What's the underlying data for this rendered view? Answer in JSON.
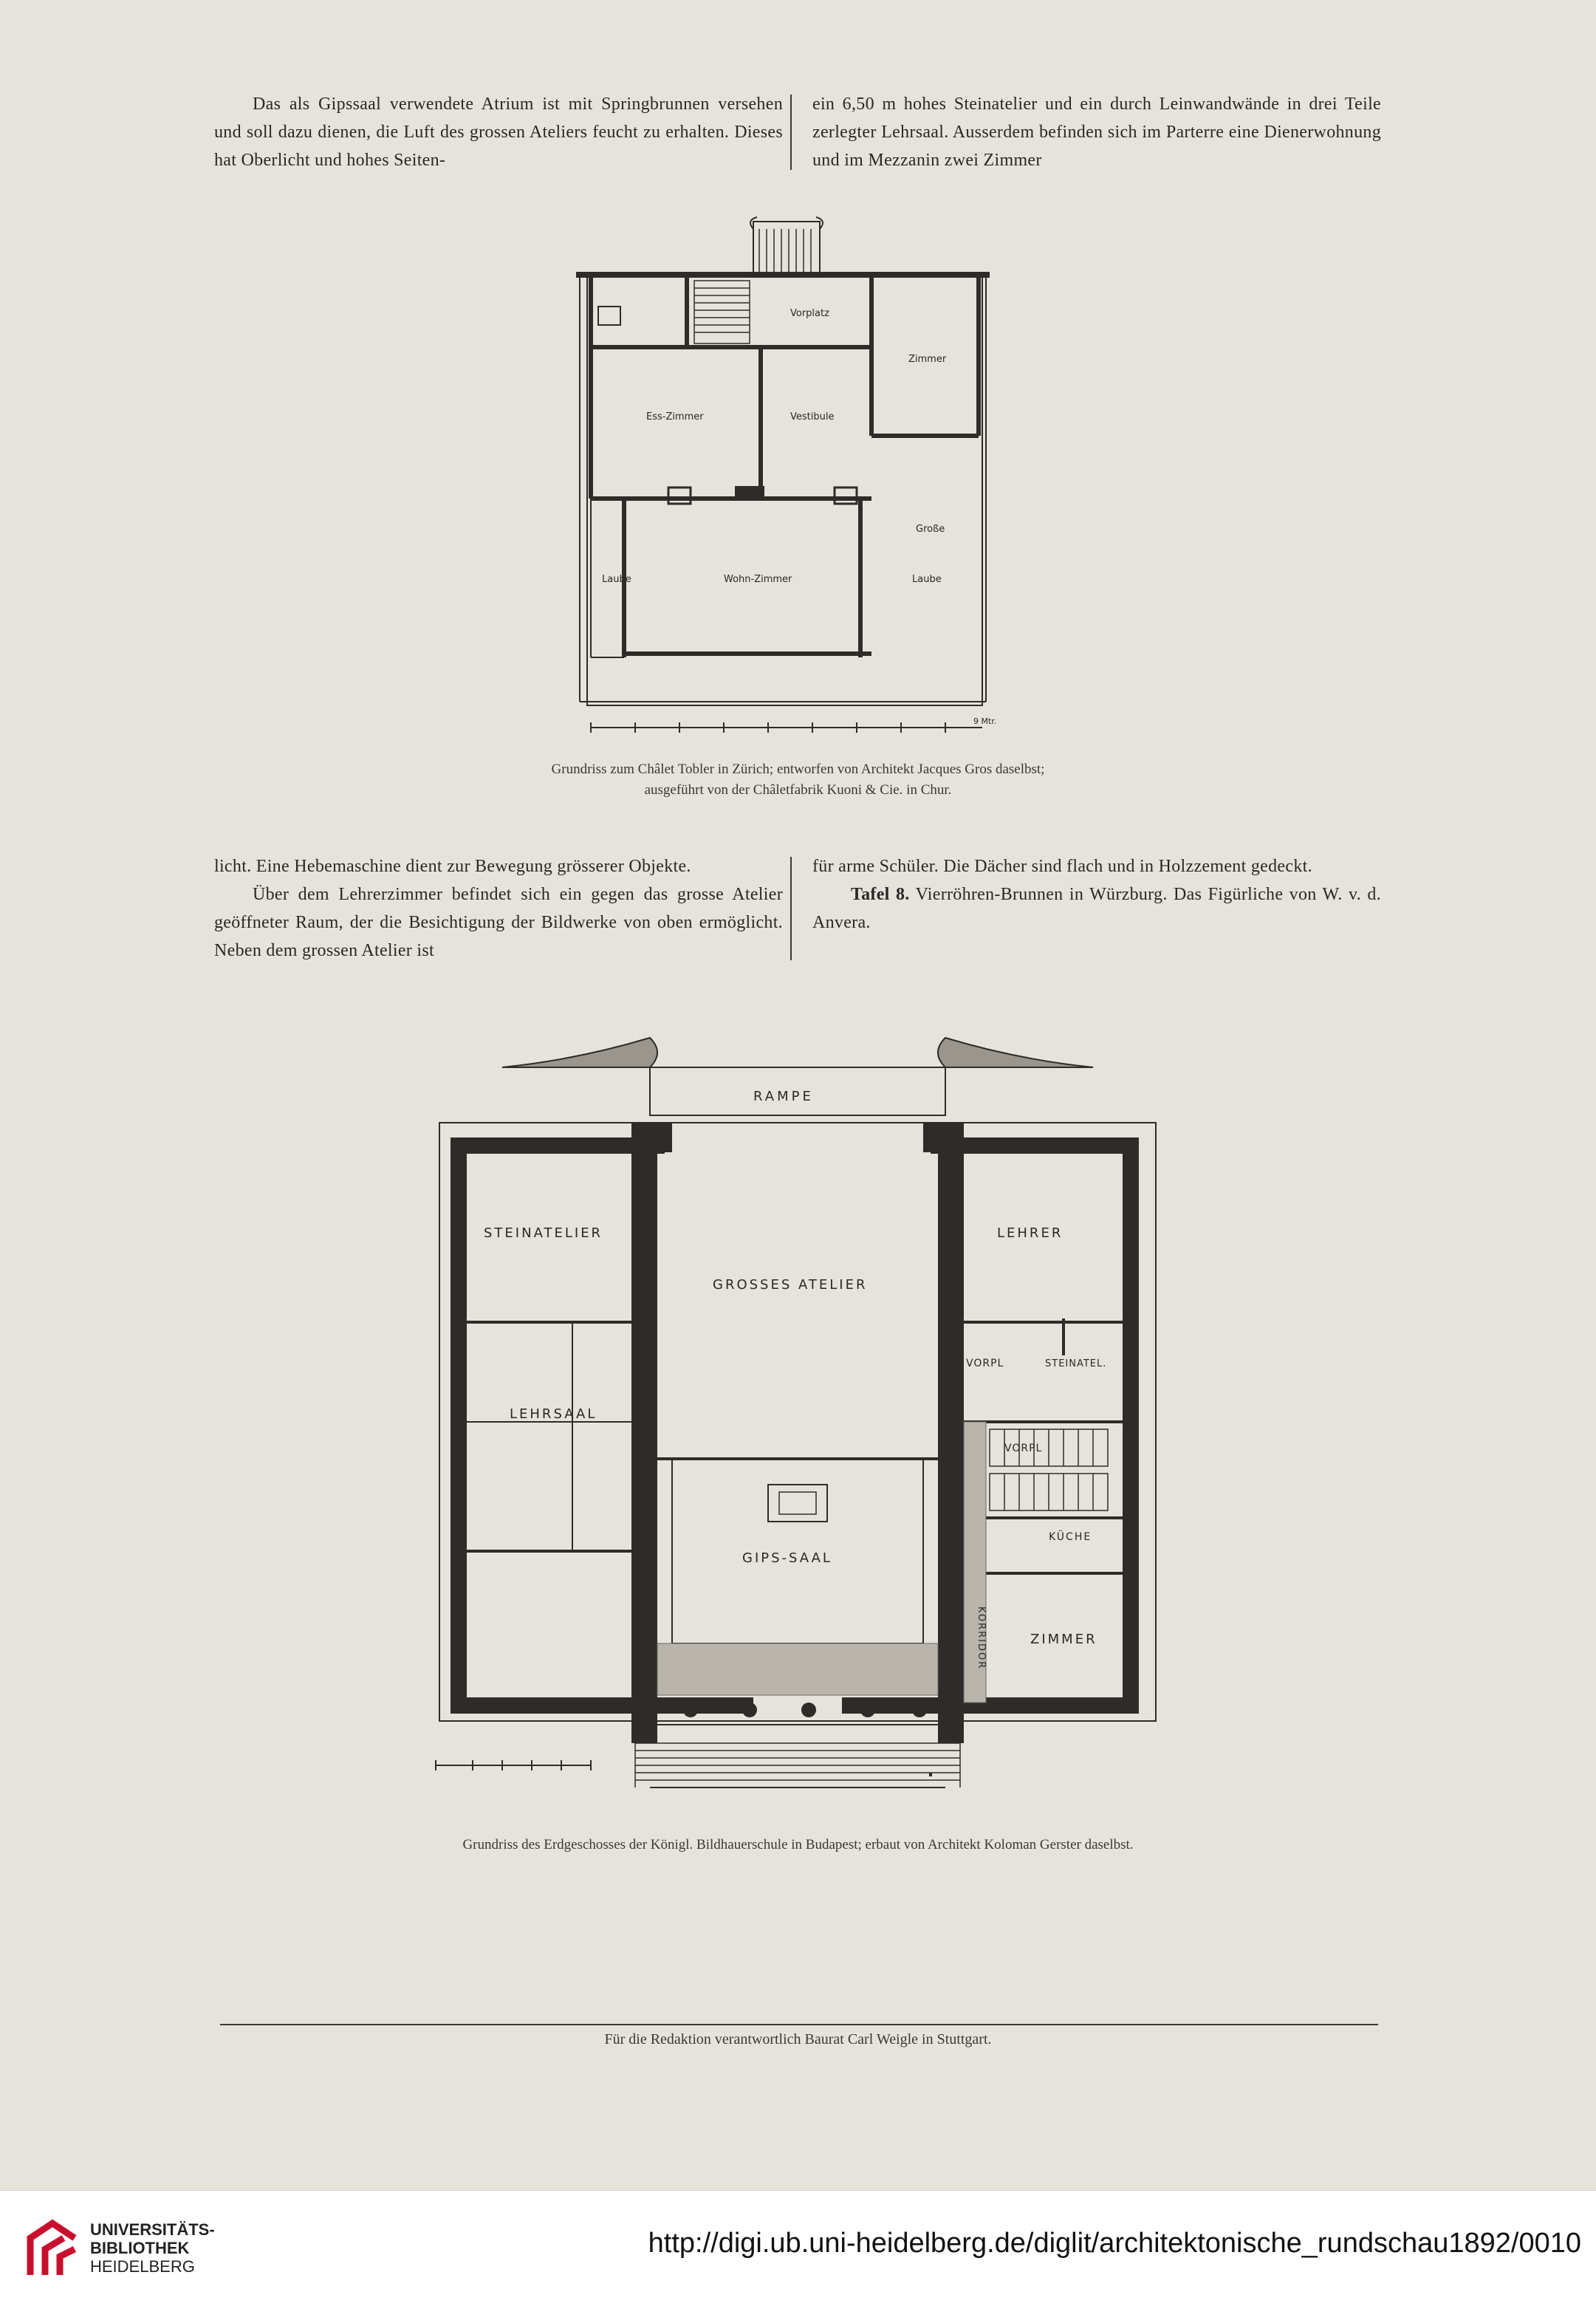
{
  "top_text": {
    "left": "Das als Gipssaal verwendete Atrium ist mit Springbrunnen versehen und soll dazu dienen, die Luft des grossen Ateliers feucht zu erhalten. Dieses hat Oberlicht und hohes Seiten-",
    "right": "ein 6,50 m hohes Steinatelier und ein durch Leinwandwände in drei Teile zerlegter Lehrsaal. Ausserdem befinden sich im Parterre eine Dienerwohnung und im Mezzanin zwei Zimmer"
  },
  "plan1": {
    "rooms": {
      "vorplatz": "Vorplatz",
      "zimmer": "Zimmer",
      "ess_zimmer": "Ess-Zimmer",
      "vestibule": "Vestibule",
      "grosse": "Große",
      "laube_left": "Laube",
      "wohn_zimmer": "Wohn-Zimmer",
      "laube_right": "Laube"
    },
    "scale_label": "9 Mtr.",
    "caption_line1": "Grundriss zum Châlet Tobler in Zürich; entworfen von Architekt Jacques Gros daselbst;",
    "caption_line2": "ausgeführt von der Châletfabrik Kuoni & Cie. in Chur."
  },
  "middle_text": {
    "left_p1": "licht. Eine Hebemaschine dient zur Bewegung grösserer Objekte.",
    "left_p2": "Über dem Lehrerzimmer befindet sich ein gegen das grosse Atelier geöffneter Raum, der die Besichtigung der Bildwerke von oben ermöglicht. Neben dem grossen Atelier ist",
    "right_p1": "für arme Schüler. Die Dächer sind flach und in Holzzement gedeckt.",
    "right_tafel": "Tafel 8.",
    "right_p2": "Vierröhren-Brunnen in Würzburg. Das Figürliche von W. v. d. Anvera."
  },
  "plan2": {
    "rooms": {
      "rampe": "RAMPE",
      "steinatelier": "STEINATELIER",
      "grosses_atelier": "GROSSES ATELIER",
      "lehrer": "LEHRER",
      "vorpl": "VORPL",
      "steinatel": "STEINATEL.",
      "lehrsaal": "LEHRSAAL",
      "vorpl2": "VORPL",
      "gips_saal": "GIPS-SAAL",
      "kueche": "KÜCHE",
      "korridor": "KORRIDOR",
      "zimmer": "ZIMMER"
    },
    "caption": "Grundriss des Erdgeschosses der Königl. Bildhauerschule in Budapest; erbaut von Architekt Koloman Gerster daselbst."
  },
  "footer": "Für die Redaktion verantwortlich Baurat Carl Weigle in Stuttgart.",
  "library": {
    "line1": "UNIVERSITÄTS-",
    "line2": "BIBLIOTHEK",
    "line3": "HEIDELBERG",
    "url": "http://digi.ub.uni-heidelberg.de/diglit/architektonische_rundschau1892/0010",
    "logo_color": "#c8102e"
  }
}
